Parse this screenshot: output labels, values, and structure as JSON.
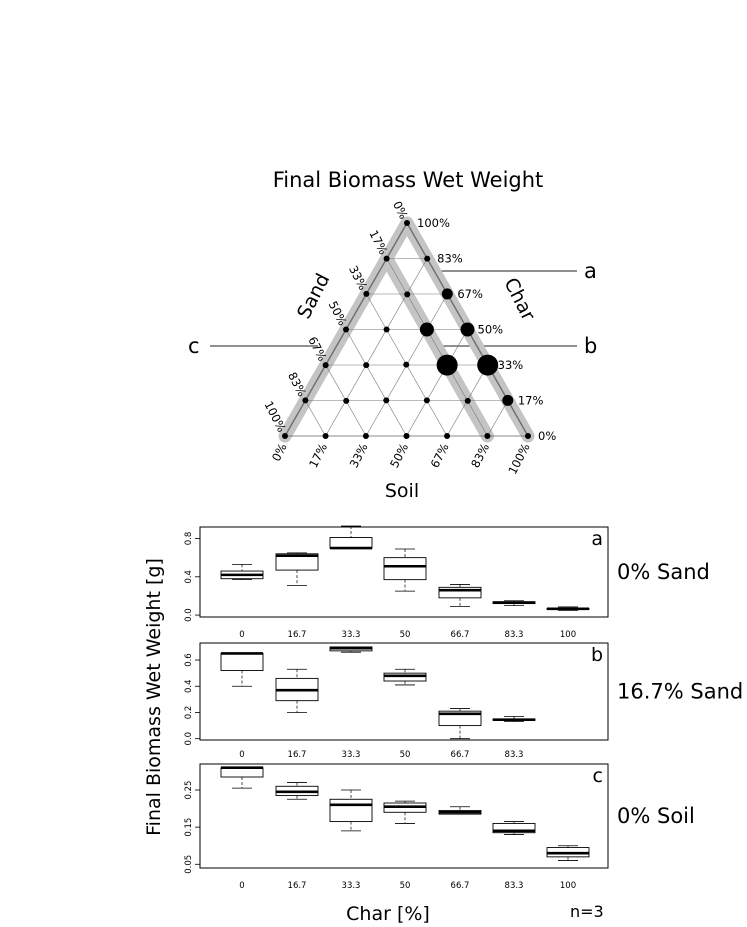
{
  "figure": {
    "title": "Final Biomass Wet Weight",
    "ternary_axis_labels": {
      "sand": "Sand",
      "char": "Char",
      "soil": "Soil"
    },
    "ternary_tick_labels": [
      "0%",
      "17%",
      "33%",
      "50%",
      "67%",
      "83%",
      "100%"
    ],
    "line_labels": {
      "a": "a",
      "b": "b",
      "c": "c"
    },
    "ylabel": "Final Biomass Wet Weight [g]",
    "xlabel": "Char [%]",
    "n_label": "n=3"
  },
  "chart_data": [
    {
      "type": "ternary",
      "title": "Final Biomass Wet Weight",
      "axes": [
        "Sand",
        "Char",
        "Soil"
      ],
      "ticks": [
        "0%",
        "17%",
        "33%",
        "50%",
        "67%",
        "83%",
        "100%"
      ],
      "points": [
        {
          "soil": 100,
          "sand": 0,
          "char": 0,
          "size": 1
        },
        {
          "soil": 83.3,
          "sand": 16.7,
          "char": 0,
          "size": 1
        },
        {
          "soil": 66.7,
          "sand": 33.3,
          "char": 0,
          "size": 1
        },
        {
          "soil": 50,
          "sand": 50,
          "char": 0,
          "size": 1
        },
        {
          "soil": 33.3,
          "sand": 66.7,
          "char": 0,
          "size": 1
        },
        {
          "soil": 16.7,
          "sand": 83.3,
          "char": 0,
          "size": 1
        },
        {
          "soil": 0,
          "sand": 100,
          "char": 0,
          "size": 1
        },
        {
          "soil": 83.3,
          "sand": 0,
          "char": 16.7,
          "size": 2
        },
        {
          "soil": 66.7,
          "sand": 16.7,
          "char": 16.7,
          "size": 1
        },
        {
          "soil": 50,
          "sand": 33.3,
          "char": 16.7,
          "size": 1
        },
        {
          "soil": 33.3,
          "sand": 50,
          "char": 16.7,
          "size": 1
        },
        {
          "soil": 16.7,
          "sand": 66.7,
          "char": 16.7,
          "size": 1
        },
        {
          "soil": 0,
          "sand": 83.3,
          "char": 16.7,
          "size": 1
        },
        {
          "soil": 66.7,
          "sand": 0,
          "char": 33.3,
          "size": 4
        },
        {
          "soil": 50,
          "sand": 16.7,
          "char": 33.3,
          "size": 4
        },
        {
          "soil": 33.3,
          "sand": 33.3,
          "char": 33.3,
          "size": 1
        },
        {
          "soil": 16.7,
          "sand": 50,
          "char": 33.3,
          "size": 1
        },
        {
          "soil": 0,
          "sand": 66.7,
          "char": 33.3,
          "size": 1
        },
        {
          "soil": 50,
          "sand": 0,
          "char": 50,
          "size": 3
        },
        {
          "soil": 33.3,
          "sand": 16.7,
          "char": 50,
          "size": 3
        },
        {
          "soil": 16.7,
          "sand": 33.3,
          "char": 50,
          "size": 1
        },
        {
          "soil": 0,
          "sand": 50,
          "char": 50,
          "size": 1
        },
        {
          "soil": 33.3,
          "sand": 0,
          "char": 66.7,
          "size": 2
        },
        {
          "soil": 16.7,
          "sand": 16.7,
          "char": 66.7,
          "size": 1
        },
        {
          "soil": 0,
          "sand": 33.3,
          "char": 66.7,
          "size": 1
        },
        {
          "soil": 16.7,
          "sand": 0,
          "char": 83.3,
          "size": 1
        },
        {
          "soil": 0,
          "sand": 16.7,
          "char": 83.3,
          "size": 1
        },
        {
          "soil": 0,
          "sand": 0,
          "char": 100,
          "size": 1
        }
      ],
      "highlighted_lines": {
        "a": "0% Sand",
        "b": "16.7% Sand",
        "c": "0% Soil"
      }
    },
    {
      "type": "box",
      "panel": "a",
      "label": "0% Sand",
      "categories": [
        "0",
        "16.7",
        "33.3",
        "50",
        "66.7",
        "83.3",
        "100"
      ],
      "yticks": [
        "0.0",
        "0.4",
        "0.8"
      ],
      "ylim": [
        -0.02,
        0.92
      ],
      "boxes": [
        {
          "min": 0.37,
          "q1": 0.38,
          "median": 0.42,
          "q3": 0.46,
          "max": 0.53
        },
        {
          "min": 0.31,
          "q1": 0.47,
          "median": 0.62,
          "q3": 0.64,
          "max": 0.65
        },
        {
          "min": 0.7,
          "q1": 0.7,
          "median": 0.7,
          "q3": 0.81,
          "max": 0.93
        },
        {
          "min": 0.25,
          "q1": 0.37,
          "median": 0.51,
          "q3": 0.6,
          "max": 0.69
        },
        {
          "min": 0.09,
          "q1": 0.18,
          "median": 0.26,
          "q3": 0.29,
          "max": 0.32
        },
        {
          "min": 0.1,
          "q1": 0.12,
          "median": 0.13,
          "q3": 0.14,
          "max": 0.15
        },
        {
          "min": 0.05,
          "q1": 0.06,
          "median": 0.065,
          "q3": 0.07,
          "max": 0.085
        }
      ]
    },
    {
      "type": "box",
      "panel": "b",
      "label": "16.7% Sand",
      "categories": [
        "0",
        "16.7",
        "33.3",
        "50",
        "66.7",
        "83.3"
      ],
      "yticks": [
        "0.0",
        "0.2",
        "0.4",
        "0.6"
      ],
      "ylim": [
        -0.01,
        0.73
      ],
      "boxes": [
        {
          "min": 0.4,
          "q1": 0.52,
          "median": 0.65,
          "q3": 0.65,
          "max": 0.65
        },
        {
          "min": 0.2,
          "q1": 0.29,
          "median": 0.37,
          "q3": 0.46,
          "max": 0.53
        },
        {
          "min": 0.66,
          "q1": 0.67,
          "median": 0.69,
          "q3": 0.7,
          "max": 0.7
        },
        {
          "min": 0.41,
          "q1": 0.44,
          "median": 0.48,
          "q3": 0.5,
          "max": 0.53
        },
        {
          "min": 0.0,
          "q1": 0.1,
          "median": 0.19,
          "q3": 0.21,
          "max": 0.23
        },
        {
          "min": 0.13,
          "q1": 0.14,
          "median": 0.145,
          "q3": 0.15,
          "max": 0.17
        }
      ]
    },
    {
      "type": "box",
      "panel": "c",
      "label": "0% Soil",
      "categories": [
        "0",
        "16.7",
        "33.3",
        "50",
        "66.7",
        "83.3",
        "100"
      ],
      "yticks": [
        "0.05",
        "0.15",
        "0.25"
      ],
      "ylim": [
        0.04,
        0.32
      ],
      "boxes": [
        {
          "min": 0.255,
          "q1": 0.285,
          "median": 0.31,
          "q3": 0.31,
          "max": 0.31
        },
        {
          "min": 0.225,
          "q1": 0.235,
          "median": 0.245,
          "q3": 0.26,
          "max": 0.27
        },
        {
          "min": 0.14,
          "q1": 0.165,
          "median": 0.21,
          "q3": 0.225,
          "max": 0.25
        },
        {
          "min": 0.16,
          "q1": 0.19,
          "median": 0.205,
          "q3": 0.215,
          "max": 0.22
        },
        {
          "min": 0.185,
          "q1": 0.185,
          "median": 0.19,
          "q3": 0.195,
          "max": 0.205
        },
        {
          "min": 0.13,
          "q1": 0.135,
          "median": 0.14,
          "q3": 0.16,
          "max": 0.165
        },
        {
          "min": 0.06,
          "q1": 0.07,
          "median": 0.08,
          "q3": 0.095,
          "max": 0.1
        }
      ]
    }
  ]
}
